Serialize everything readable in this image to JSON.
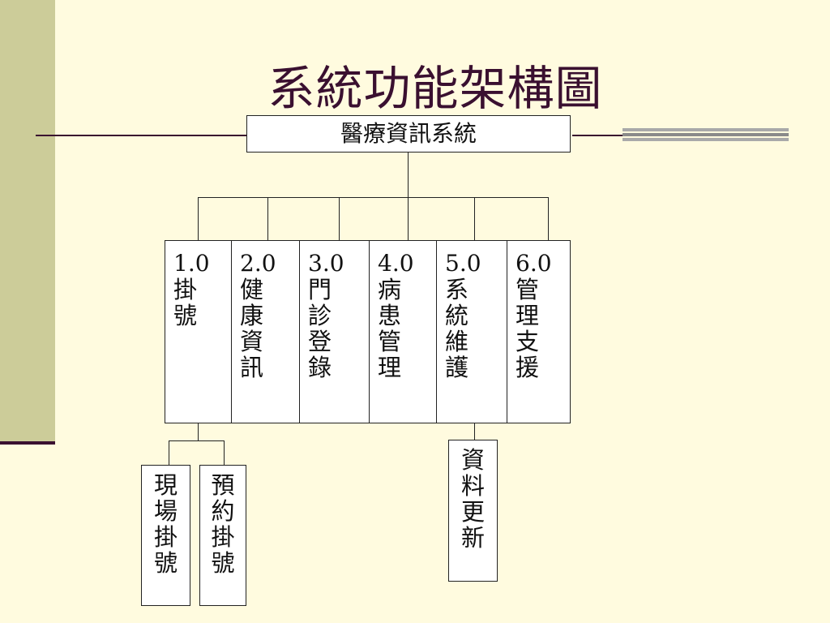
{
  "slide": {
    "title": "系統功能架構圖",
    "root": "醫療資訊系統",
    "modules": [
      {
        "num": "1.0",
        "name": "掛號"
      },
      {
        "num": "2.0",
        "name": "健康資訊"
      },
      {
        "num": "3.0",
        "name": "門診登錄"
      },
      {
        "num": "4.0",
        "name": "病患管理"
      },
      {
        "num": "5.0",
        "name": "系統維護"
      },
      {
        "num": "6.0",
        "name": "管理支援"
      }
    ],
    "submodules_registration": [
      "現場掛號",
      "預約掛號"
    ],
    "submodules_maintenance": [
      "資料更新"
    ]
  },
  "colors": {
    "background": "#fffbdf",
    "accent": "#3a1030",
    "band": "#cccc99"
  }
}
